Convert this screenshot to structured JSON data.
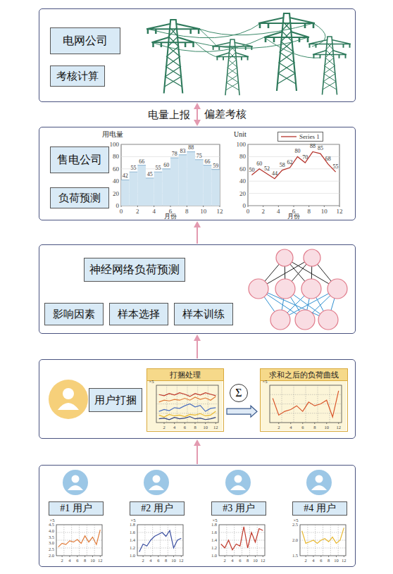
{
  "diagram": {
    "nodes": [
      {
        "text": []
      },
      {
        "text": [
          "电网公司"
        ],
        "in": 0
      },
      {
        "text": [
          "考核计算"
        ],
        "in": 0
      },
      {
        "text": []
      },
      {
        "text": [
          "售电公司"
        ],
        "in": 3
      },
      {
        "text": [
          "负荷预测"
        ],
        "in": 3
      },
      {
        "text": []
      },
      {
        "text": [
          "神经网络负荷预测"
        ],
        "in": 6
      },
      {
        "text": [
          "影响因素"
        ],
        "in": 6
      },
      {
        "text": [
          "样本选择"
        ],
        "in": 6
      },
      {
        "text": [
          "样本训练"
        ],
        "in": 6
      },
      {
        "text": []
      },
      {
        "text": [
          "用户打捆"
        ],
        "in": 11
      },
      {
        "text": [
          "打捆处理"
        ],
        "in": 11
      },
      {
        "text": [
          "Σ"
        ],
        "in": 11
      },
      {
        "text": [
          "求和之后的负荷曲线"
        ],
        "in": 11
      },
      {
        "text": []
      },
      {
        "text": [
          "#1 用户"
        ],
        "in": 16
      },
      {
        "text": [
          "#2 用户"
        ],
        "in": 16
      },
      {
        "text": [
          "#3 用户"
        ],
        "in": 16
      },
      {
        "text": [
          "#4 用户"
        ],
        "in": 16
      }
    ],
    "edges": [
      {
        "from": 3,
        "to": 0,
        "arrow": "both",
        "label": "电量上报"
      },
      {
        "from": 6,
        "to": 3,
        "arrow": "to"
      },
      {
        "from": 11,
        "to": 6,
        "arrow": "to"
      },
      {
        "from": 16,
        "to": 11,
        "arrow": "to"
      },
      {
        "from": 13,
        "to": 15,
        "arrow": "to"
      }
    ],
    "labels": [
      "偏差考核",
      "用电量",
      "100",
      "80",
      "60",
      "40",
      "20",
      "0",
      "0",
      "2",
      "4",
      "6",
      "8",
      "10",
      "12",
      "42",
      "55",
      "66",
      "45",
      "55",
      "60",
      "78",
      "83",
      "88",
      "75",
      "66",
      "59",
      "月份",
      "Unit",
      "100",
      "80",
      "60",
      "40",
      "20",
      "0",
      "0",
      "2",
      "4",
      "6",
      "8",
      "10",
      "12",
      "50",
      "60",
      "52",
      "44",
      "58",
      "62",
      "80",
      "70",
      "88",
      "85",
      "68",
      "55",
      "月份",
      "×5",
      "2",
      "4",
      "6",
      "8",
      "10",
      "12",
      "×5",
      "2",
      "4",
      "6",
      "8",
      "10",
      "12",
      "×5",
      "4.5",
      "4.0",
      "3.5",
      "3.0",
      "2.5",
      "2.0",
      "2",
      "4",
      "6",
      "8",
      "10",
      "12",
      "×5",
      "1.8",
      "1.6",
      "1.4",
      "1.2",
      "1.0",
      "2",
      "4",
      "6",
      "8",
      "10",
      "12",
      "×5",
      "1.8",
      "1.6",
      "1.4",
      "1.2",
      "1.0",
      "2",
      "4",
      "6",
      "8",
      "10",
      "12",
      "×5",
      "2.5",
      "2.0",
      "1.5",
      "2",
      "4",
      "6",
      "8",
      "10",
      "12"
    ],
    "legend": [
      {
        "text": "Series 1"
      }
    ]
  }
}
